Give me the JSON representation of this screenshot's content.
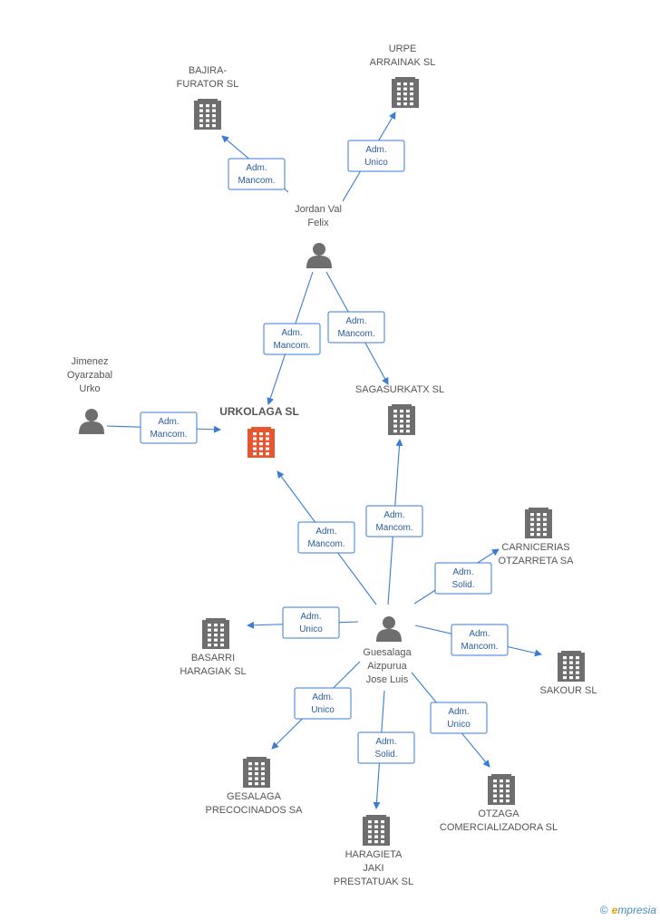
{
  "colors": {
    "building": "#6e6e6e",
    "building_main": "#e8552f",
    "person": "#6e6e6e",
    "edge": "#3a7bd5",
    "edge_text": "#2a5d9f"
  },
  "nodes": [
    {
      "id": "bajira",
      "type": "company",
      "lines": [
        "BAJIRA-",
        "FURATOR SL"
      ]
    },
    {
      "id": "urpe",
      "type": "company",
      "lines": [
        "URPE",
        "ARRAINAK SL"
      ]
    },
    {
      "id": "jordan",
      "type": "person",
      "lines": [
        "Jordan Val",
        "Felix"
      ]
    },
    {
      "id": "jimenez",
      "type": "person",
      "lines": [
        "Jimenez",
        "Oyarzabal",
        "Urko"
      ]
    },
    {
      "id": "urkolaga",
      "type": "company_main",
      "lines": [
        "URKOLAGA SL"
      ]
    },
    {
      "id": "sagasurkatx",
      "type": "company",
      "lines": [
        "SAGASURKATX SL"
      ]
    },
    {
      "id": "carnicerias",
      "type": "company",
      "lines": [
        "CARNICERIAS",
        "OTZARRETA SA"
      ]
    },
    {
      "id": "basarri",
      "type": "company",
      "lines": [
        "BASARRI",
        "HARAGIAK SL"
      ]
    },
    {
      "id": "guesalaga",
      "type": "person",
      "lines": [
        "Guesalaga",
        "Aizpurua",
        "Jose Luis"
      ]
    },
    {
      "id": "sakour",
      "type": "company",
      "lines": [
        "SAKOUR SL"
      ]
    },
    {
      "id": "gesalaga",
      "type": "company",
      "lines": [
        "GESALAGA",
        "PRECOCINADOS SA"
      ]
    },
    {
      "id": "otzaga",
      "type": "company",
      "lines": [
        "OTZAGA",
        "COMERCIALIZADORA SL"
      ]
    },
    {
      "id": "haragieta",
      "type": "company",
      "lines": [
        "HARAGIETA",
        "JAKI",
        "PRESTATUAK SL"
      ]
    }
  ],
  "edges": [
    {
      "id": "e1",
      "from": "jordan",
      "to": "bajira",
      "lines": [
        "Adm.",
        "Mancom."
      ]
    },
    {
      "id": "e2",
      "from": "jordan",
      "to": "urpe",
      "lines": [
        "Adm.",
        "Unico"
      ]
    },
    {
      "id": "e3",
      "from": "jordan",
      "to": "urkolaga",
      "lines": [
        "Adm.",
        "Mancom."
      ]
    },
    {
      "id": "e4",
      "from": "jordan",
      "to": "sagasurkatx",
      "lines": [
        "Adm.",
        "Mancom."
      ]
    },
    {
      "id": "e5",
      "from": "jimenez",
      "to": "urkolaga",
      "lines": [
        "Adm.",
        "Mancom."
      ]
    },
    {
      "id": "e6",
      "from": "guesalaga",
      "to": "urkolaga",
      "lines": [
        "Adm.",
        "Mancom."
      ]
    },
    {
      "id": "e7",
      "from": "guesalaga",
      "to": "sagasurkatx",
      "lines": [
        "Adm.",
        "Mancom."
      ]
    },
    {
      "id": "e8",
      "from": "guesalaga",
      "to": "carnicerias",
      "lines": [
        "Adm.",
        "Solid."
      ]
    },
    {
      "id": "e9",
      "from": "guesalaga",
      "to": "basarri",
      "lines": [
        "Adm.",
        "Unico"
      ]
    },
    {
      "id": "e10",
      "from": "guesalaga",
      "to": "sakour",
      "lines": [
        "Adm.",
        "Mancom."
      ]
    },
    {
      "id": "e11",
      "from": "guesalaga",
      "to": "gesalaga",
      "lines": [
        "Adm.",
        "Unico"
      ]
    },
    {
      "id": "e12",
      "from": "guesalaga",
      "to": "haragieta",
      "lines": [
        "Adm.",
        "Solid."
      ]
    },
    {
      "id": "e13",
      "from": "guesalaga",
      "to": "otzaga",
      "lines": [
        "Adm.",
        "Unico"
      ]
    }
  ],
  "footer": {
    "copyright": "©",
    "brand_e": "e",
    "brand_rest": "mpresia"
  }
}
